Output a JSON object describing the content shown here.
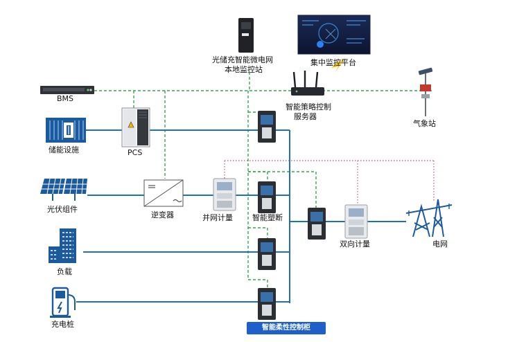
{
  "labels": {
    "bms": "BMS",
    "storage": "储能设施",
    "pcs": "PCS",
    "pv": "光伏组件",
    "load": "负载",
    "charger": "充电桩",
    "inverter": "逆变器",
    "grid_meter": "并网计量",
    "smart_breaker": "智能塑断",
    "bidir_meter": "双向计量",
    "grid": "电网",
    "weather": "气象站",
    "server_line1": "智能策略控制",
    "server_line2": "服务器",
    "local_line1": "光储充智能微电网",
    "local_line2": "本地监控站",
    "central": "集中监控平台",
    "cabinet": "智能柔性控制柜"
  },
  "colors": {
    "power_line": "#1f6fc0",
    "comm_line": "#2eaa4a",
    "meter_line": "#c0558f",
    "device_blue": "#1c5a9e",
    "cabinet_label_bg": "#1f5fc9"
  }
}
